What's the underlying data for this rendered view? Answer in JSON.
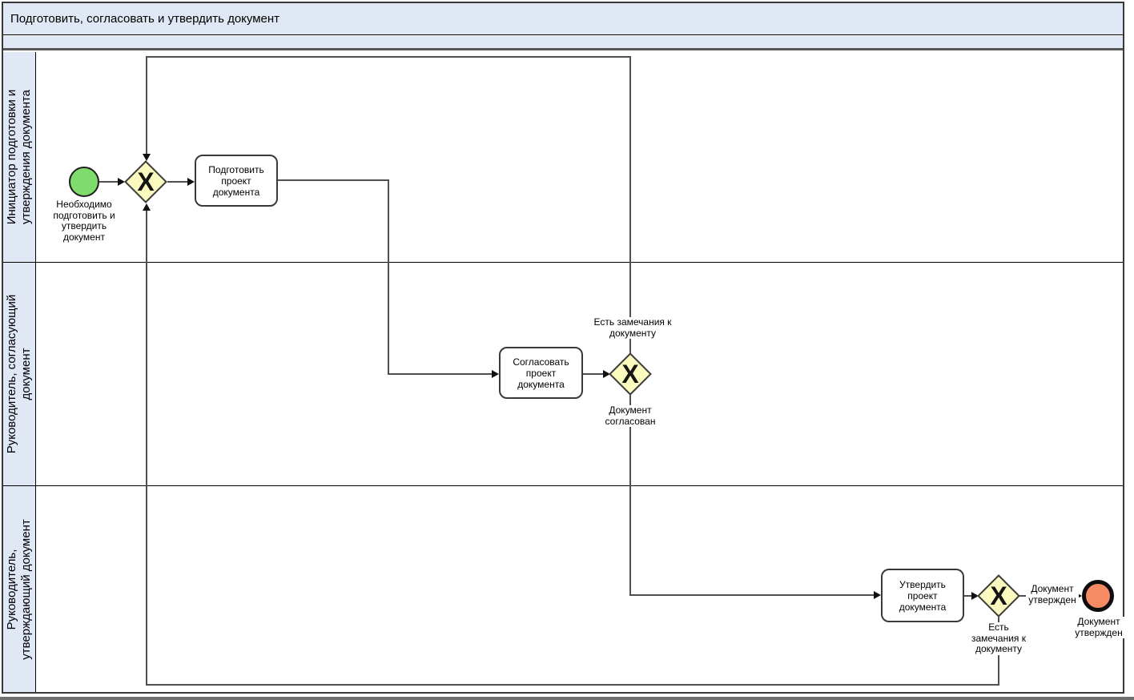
{
  "title": "Подготовить, согласовать и утвердить документ",
  "lanes": [
    {
      "label": "Инициатор подготовки и\nутверждения документа"
    },
    {
      "label": "Руководитель, согласующий\nдокумент"
    },
    {
      "label": "Руководитель,\nутверждающий документ"
    }
  ],
  "process": {
    "start_event": {
      "label": "Необходимо\nподготовить и\nутвердить\nдокумент"
    },
    "tasks": [
      {
        "label": "Подготовить\nпроект\nдокумента"
      },
      {
        "label": "Согласовать\nпроект\nдокумента"
      },
      {
        "label": "Утвердить\nпроект\nдокумента"
      }
    ],
    "gateways": [
      {
        "symbol": "X"
      },
      {
        "symbol": "X"
      },
      {
        "symbol": "X"
      }
    ],
    "flow_labels": {
      "remarks_from_agreement": "Есть замечания к\nдокументу",
      "agreed": "Документ\nсогласован",
      "approved": "Документ\nутвержден",
      "remarks_from_approval": "Есть\nзамечания к\nдокументу"
    },
    "end_event": {
      "label": "Документ\nутвержден"
    }
  },
  "colors": {
    "band_bg": "#dfe8f4",
    "start_fill": "#7edc6c",
    "gateway_fill": "#fafabe",
    "end_fill": "#f58a64",
    "connector": "#4f4f4f"
  }
}
